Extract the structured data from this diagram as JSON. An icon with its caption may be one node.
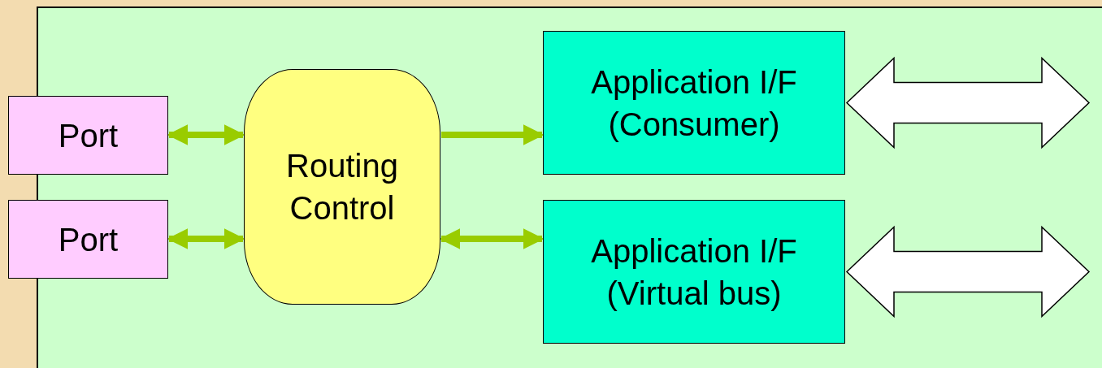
{
  "diagram": {
    "nodes": [
      {
        "text": [
          "Port"
        ]
      },
      {
        "text": [
          "Port"
        ]
      },
      {
        "text": [
          "Routing Control"
        ]
      },
      {
        "text": [
          "Application I/F (Consumer)"
        ]
      },
      {
        "text": [
          "Application I/F (Virtual bus)"
        ]
      }
    ],
    "edges": [
      {
        "from": 0,
        "to": 2,
        "arrow": "both"
      },
      {
        "from": 1,
        "to": 2,
        "arrow": "both"
      },
      {
        "from": 2,
        "to": 3,
        "arrow": "to"
      },
      {
        "from": 2,
        "to": 4,
        "arrow": "both"
      },
      {
        "from": 3,
        "to": null,
        "arrow": "both",
        "style": "thick"
      },
      {
        "from": 4,
        "to": null,
        "arrow": "both",
        "style": "thick"
      }
    ]
  }
}
